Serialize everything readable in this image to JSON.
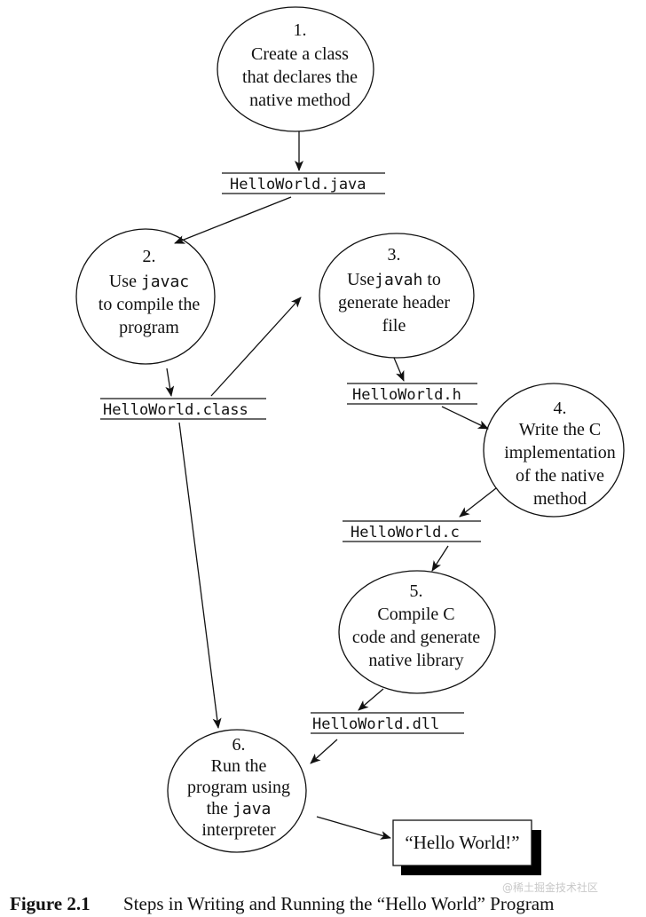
{
  "steps": [
    {
      "id": "step-1",
      "number": "1.",
      "lines": [
        [
          {
            "t": "Create a class"
          }
        ],
        [
          {
            "t": "that declares the"
          }
        ],
        [
          {
            "t": "native method"
          }
        ]
      ]
    },
    {
      "id": "step-2",
      "number": "2.",
      "lines": [
        [
          {
            "t": "Use "
          },
          {
            "t": "javac",
            "code": true
          }
        ],
        [
          {
            "t": "to compile the"
          }
        ],
        [
          {
            "t": "program"
          }
        ]
      ]
    },
    {
      "id": "step-3",
      "number": "3.",
      "lines": [
        [
          {
            "t": "Use"
          },
          {
            "t": "javah",
            "code": true
          },
          {
            "t": " to"
          }
        ],
        [
          {
            "t": "generate header"
          }
        ],
        [
          {
            "t": "file"
          }
        ]
      ]
    },
    {
      "id": "step-4",
      "number": "4.",
      "lines": [
        [
          {
            "t": "Write the C"
          }
        ],
        [
          {
            "t": "implementation"
          }
        ],
        [
          {
            "t": "of the native"
          }
        ],
        [
          {
            "t": "method"
          }
        ]
      ]
    },
    {
      "id": "step-5",
      "number": "5.",
      "lines": [
        [
          {
            "t": "Compile C"
          }
        ],
        [
          {
            "t": "code and generate"
          }
        ],
        [
          {
            "t": "native library"
          }
        ]
      ]
    },
    {
      "id": "step-6",
      "number": "6.",
      "lines": [
        [
          {
            "t": "Run the"
          }
        ],
        [
          {
            "t": "program using"
          }
        ],
        [
          {
            "t": "the "
          },
          {
            "t": "java",
            "code": true
          }
        ],
        [
          {
            "t": "interpreter"
          }
        ]
      ]
    }
  ],
  "files": {
    "java": "HelloWorld.java",
    "class": "HelloWorld.class",
    "h": "HelloWorld.h",
    "c": "HelloWorld.c",
    "dll": "HelloWorld.dll"
  },
  "output_box": "“Hello World!”",
  "caption": {
    "label": "Figure 2.1",
    "text": "Steps in Writing and Running the “Hello World” Program"
  },
  "watermark": "@稀土掘金技术社区"
}
